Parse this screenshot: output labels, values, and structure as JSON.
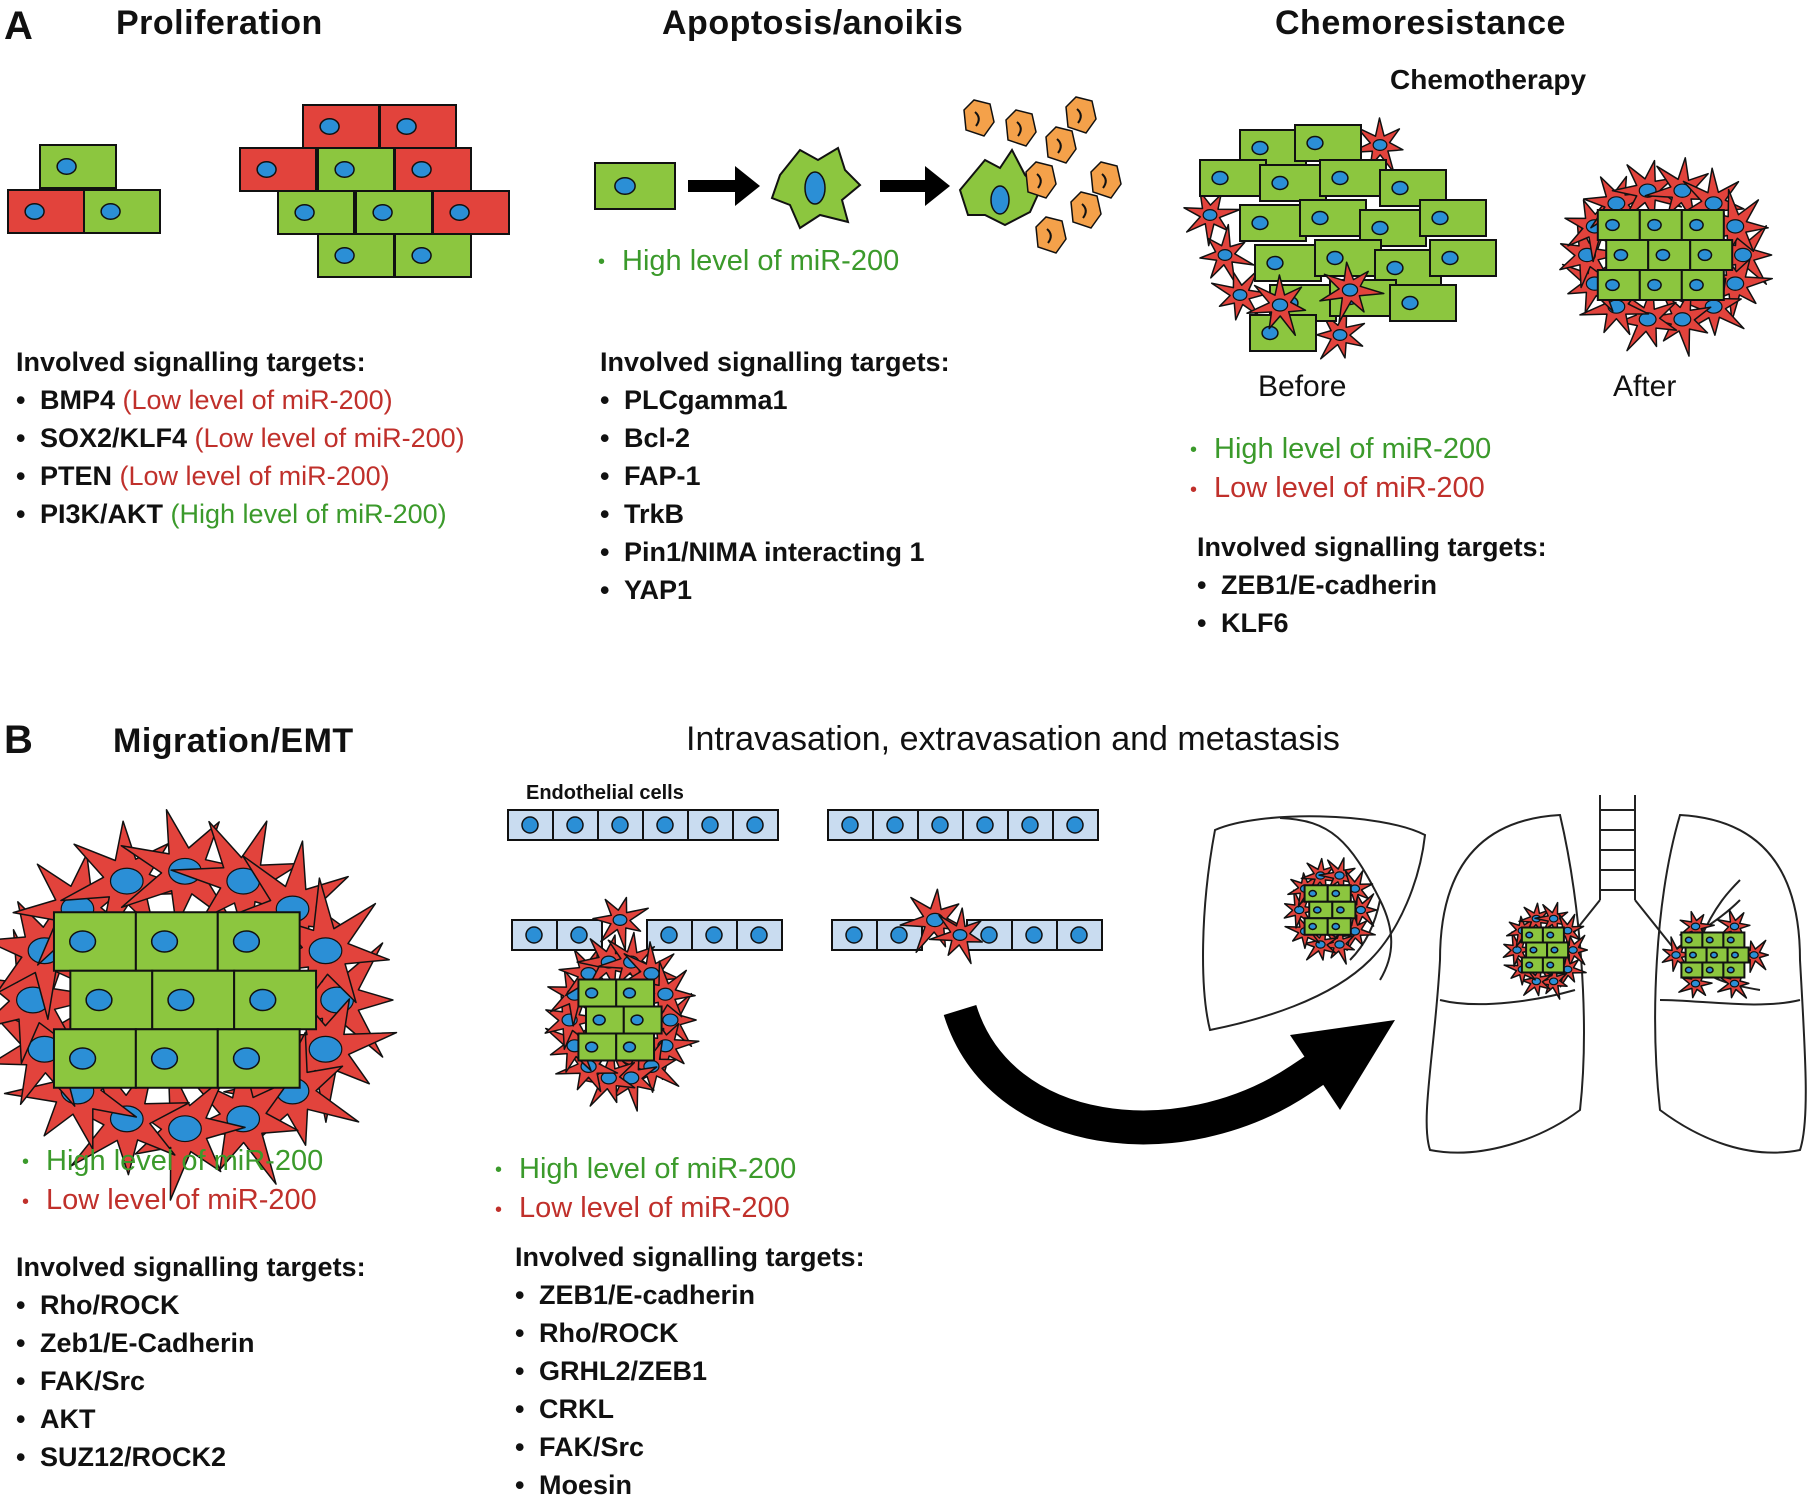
{
  "colors": {
    "green_cell": "#8cc63f",
    "red_cell": "#e2433c",
    "nucleus": "#2b8fd6",
    "orange_fragment": "#f4a14a",
    "endothelial": "#c9dcf0",
    "high_level": "#3b9a2b",
    "low_level": "#c0302b"
  },
  "panel_a": {
    "label": "A",
    "proliferation": {
      "title": "Proliferation",
      "targets_heading": "Involved signalling targets:",
      "targets": [
        {
          "name": "BMP4",
          "note": "(Low level of miR-200)",
          "level": "low"
        },
        {
          "name": "SOX2/KLF4",
          "note": "(Low level of miR-200)",
          "level": "low"
        },
        {
          "name": "PTEN",
          "note": "(Low level of miR-200)",
          "level": "low"
        },
        {
          "name": "PI3K/AKT",
          "note": "(High level of miR-200)",
          "level": "high"
        }
      ]
    },
    "apoptosis": {
      "title": "Apoptosis/anoikis",
      "level_high": "High level of miR-200",
      "targets_heading": "Involved signalling targets:",
      "targets": [
        "PLCgamma1",
        "Bcl-2",
        "FAP-1",
        "TrkB",
        "Pin1/NIMA interacting 1",
        "YAP1"
      ]
    },
    "chemoresistance": {
      "title": "Chemoresistance",
      "subtitle": "Chemotherapy",
      "before_label": "Before",
      "after_label": "After",
      "level_high": "High level of miR-200",
      "level_low": "Low level of miR-200",
      "targets_heading": "Involved signalling targets:",
      "targets": [
        "ZEB1/E-cadherin",
        "KLF6"
      ]
    }
  },
  "panel_b": {
    "label": "B",
    "migration": {
      "title": "Migration/EMT",
      "level_high": "High level of miR-200",
      "level_low": "Low level of miR-200",
      "targets_heading": "Involved signalling targets:",
      "targets": [
        "Rho/ROCK",
        "Zeb1/E-Cadherin",
        "FAK/Src",
        "AKT",
        "SUZ12/ROCK2"
      ]
    },
    "metastasis": {
      "title": "Intravasation, extravasation and metastasis",
      "endothelial_label": "Endothelial cells",
      "level_high": "High level of miR-200",
      "level_low": "Low level of miR-200",
      "targets_heading": "Involved signalling targets:",
      "targets": [
        "ZEB1/E-cadherin",
        "Rho/ROCK",
        "GRHL2/ZEB1",
        "CRKL",
        "FAK/Src",
        "Moesin"
      ]
    }
  }
}
